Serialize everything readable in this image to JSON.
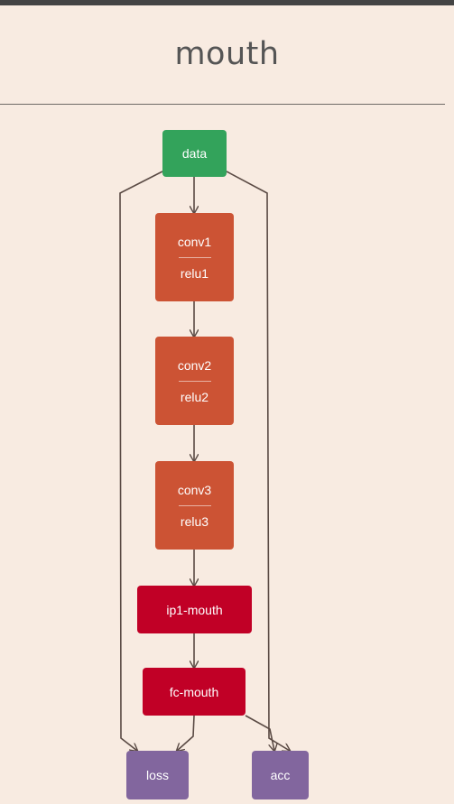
{
  "page": {
    "title": "mouth"
  },
  "graph": {
    "nodes": {
      "data": {
        "label": "data"
      },
      "conv1": {
        "label": "conv1",
        "sublabel": "relu1"
      },
      "conv2": {
        "label": "conv2",
        "sublabel": "relu2"
      },
      "conv3": {
        "label": "conv3",
        "sublabel": "relu3"
      },
      "ip1": {
        "label": "ip1-mouth"
      },
      "fc": {
        "label": "fc-mouth"
      },
      "loss": {
        "label": "loss"
      },
      "acc": {
        "label": "acc"
      }
    },
    "edges": [
      [
        "data",
        "conv1"
      ],
      [
        "conv1",
        "conv2"
      ],
      [
        "conv2",
        "conv3"
      ],
      [
        "conv3",
        "ip1"
      ],
      [
        "ip1",
        "fc"
      ],
      [
        "fc",
        "loss"
      ],
      [
        "fc",
        "acc"
      ],
      [
        "data",
        "loss"
      ],
      [
        "data",
        "acc"
      ]
    ]
  },
  "colors": {
    "background": "#f8ebe1",
    "data": "#33a35b",
    "conv": "#cc5334",
    "fc": "#c10026",
    "output": "#82669e",
    "edge": "#5a4a44"
  }
}
